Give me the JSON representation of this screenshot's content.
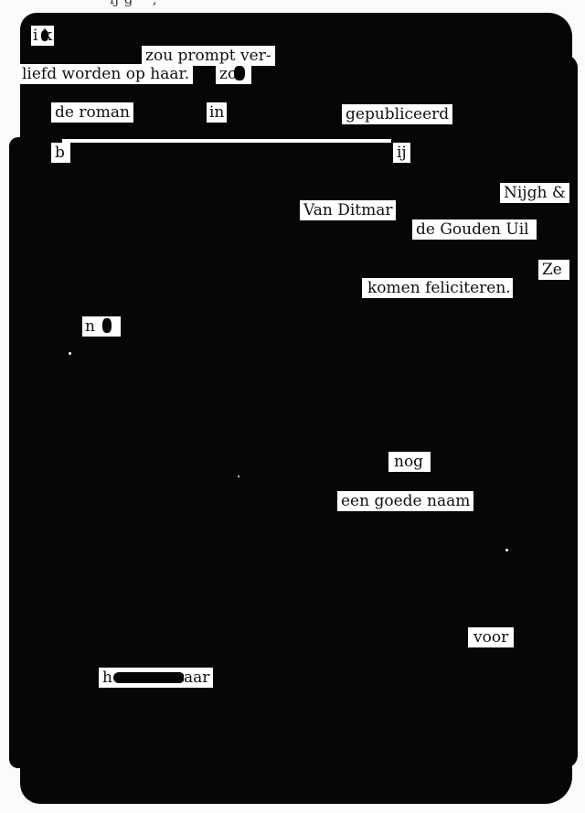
{
  "header": {
    "top_text": "ij g ···, ··· ······· ··· ··· · · ···"
  },
  "words": {
    "w01": "i k",
    "w02": "zou prompt ver-",
    "w03": "liefd worden op haar.",
    "w04": "zo",
    "w05": "de roman",
    "w06": "in",
    "w07": "gepubliceerd",
    "w08": "b",
    "w09": "ij",
    "w10": "Nijgh &",
    "w11": "Van Ditmar",
    "w12": "de Gouden Uil",
    "w13": "Ze",
    "w14": "komen feliciteren.",
    "w15": "n",
    "w16": "nog",
    "w17": "een goede naam",
    "w18": "voor",
    "w19": "h",
    "w20": "aar"
  },
  "colors": {
    "ink": "#060606",
    "paper": "#ffffff"
  }
}
